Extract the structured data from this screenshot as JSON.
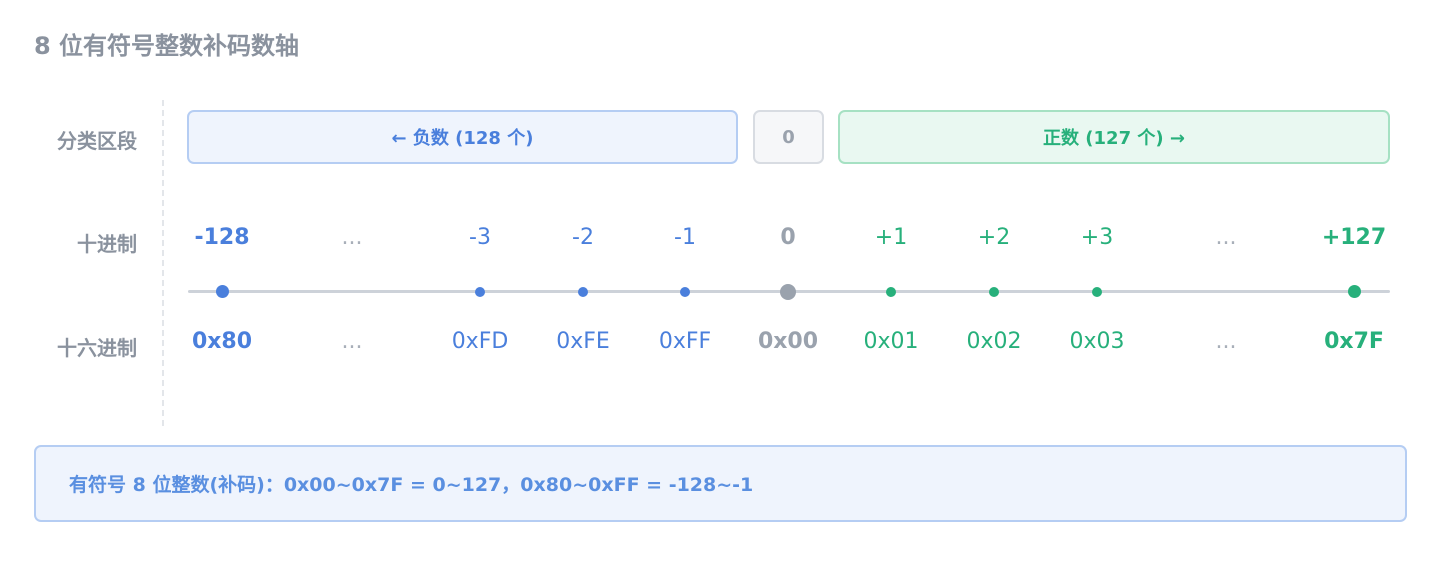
{
  "title": "8 位有符号整数补码数轴",
  "row_labels": {
    "category": "分类区段",
    "decimal": "十进制",
    "hex": "十六进制"
  },
  "segments": {
    "negative": "← 负数 (128 个)",
    "zero": "0",
    "positive": "正数 (127 个) →"
  },
  "points": [
    {
      "dec": "-128",
      "hex": "0x80",
      "group": "neg",
      "emphasis": true,
      "marker": true
    },
    {
      "dec": "...",
      "hex": "...",
      "group": "ellipsis",
      "emphasis": false,
      "marker": false
    },
    {
      "dec": "-3",
      "hex": "0xFD",
      "group": "neg",
      "emphasis": false,
      "marker": true
    },
    {
      "dec": "-2",
      "hex": "0xFE",
      "group": "neg",
      "emphasis": false,
      "marker": true
    },
    {
      "dec": "-1",
      "hex": "0xFF",
      "group": "neg",
      "emphasis": false,
      "marker": true
    },
    {
      "dec": "0",
      "hex": "0x00",
      "group": "zero",
      "emphasis": true,
      "marker": true
    },
    {
      "dec": "+1",
      "hex": "0x01",
      "group": "pos",
      "emphasis": false,
      "marker": true
    },
    {
      "dec": "+2",
      "hex": "0x02",
      "group": "pos",
      "emphasis": false,
      "marker": true
    },
    {
      "dec": "+3",
      "hex": "0x03",
      "group": "pos",
      "emphasis": false,
      "marker": true
    },
    {
      "dec": "...",
      "hex": "...",
      "group": "ellipsis",
      "emphasis": false,
      "marker": false
    },
    {
      "dec": "+127",
      "hex": "0x7F",
      "group": "pos",
      "emphasis": true,
      "marker": true
    }
  ],
  "colors": {
    "neg": "#4a7fdc",
    "pos": "#27b07b",
    "zero": "#9aa2ad",
    "ellipsis": "#a8afb9"
  },
  "note": "有符号 8 位整数(补码)：0x00~0x7F = 0~127，0x80~0xFF = -128~-1"
}
